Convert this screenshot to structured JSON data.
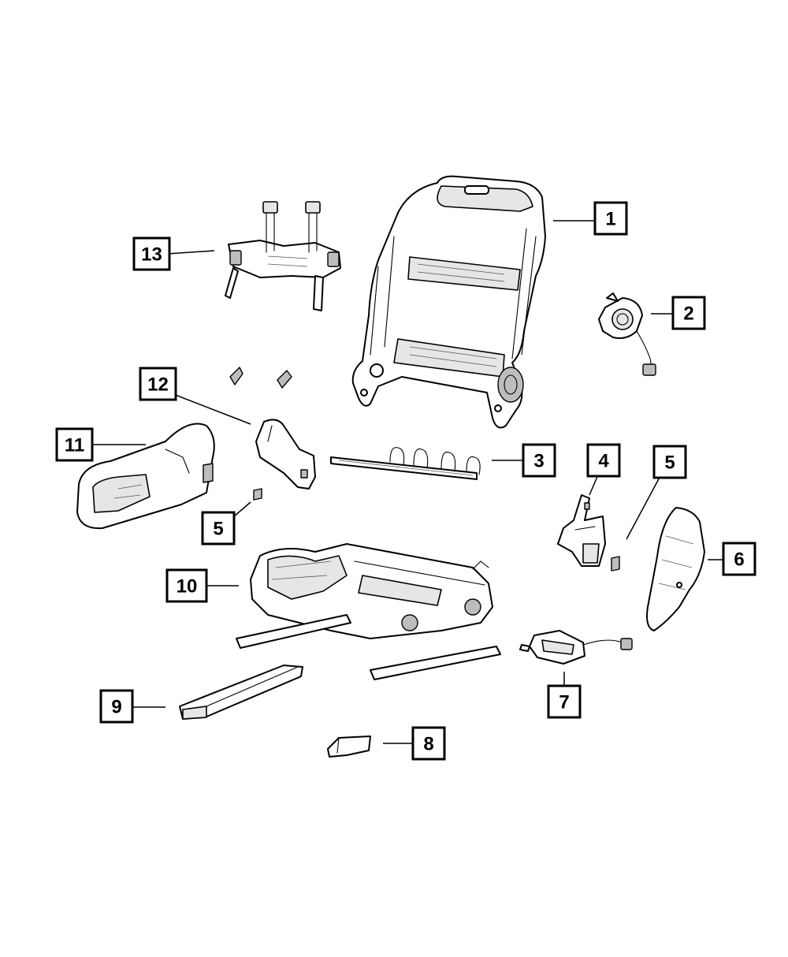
{
  "callouts": [
    {
      "id": "1",
      "label": "1"
    },
    {
      "id": "2",
      "label": "2"
    },
    {
      "id": "3",
      "label": "3"
    },
    {
      "id": "4",
      "label": "4"
    },
    {
      "id": "5a",
      "label": "5"
    },
    {
      "id": "5b",
      "label": "5"
    },
    {
      "id": "6",
      "label": "6"
    },
    {
      "id": "7",
      "label": "7"
    },
    {
      "id": "8",
      "label": "8"
    },
    {
      "id": "9",
      "label": "9"
    },
    {
      "id": "10",
      "label": "10"
    },
    {
      "id": "11",
      "label": "11"
    },
    {
      "id": "12",
      "label": "12"
    },
    {
      "id": "13",
      "label": "13"
    }
  ],
  "colors": {
    "line": "#000000",
    "background": "#ffffff",
    "shade": "#e6e6e6"
  }
}
